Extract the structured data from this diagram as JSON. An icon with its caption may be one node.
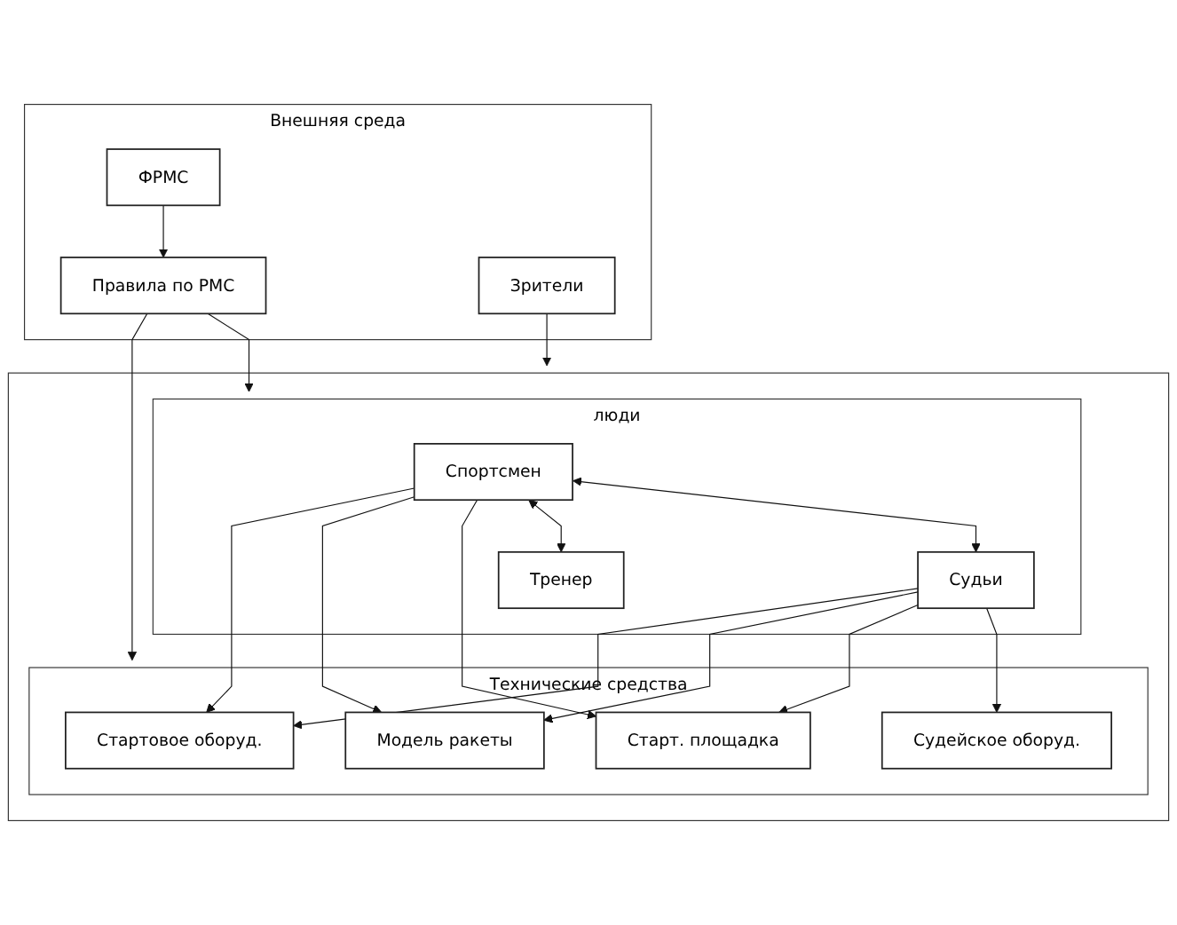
{
  "diagram": {
    "nodes": [
      {
        "text": [],
        "shape": "box"
      },
      {
        "text": [
          "Технические средства"
        ],
        "in": 0
      },
      {
        "text": [
          "Стартовое оборуд."
        ],
        "in": 1
      },
      {
        "text": [
          "Модель ракеты"
        ],
        "in": 1
      },
      {
        "text": [
          "Старт. площадка"
        ],
        "in": 1
      },
      {
        "text": [
          "Судейское оборуд."
        ],
        "in": 1
      },
      {
        "text": [
          "люди"
        ],
        "in": 0
      },
      {
        "text": [
          "Спортсмен"
        ],
        "in": 6
      },
      {
        "text": [
          "Тренер"
        ],
        "in": 6
      },
      {
        "text": [
          "Судьи"
        ],
        "in": 6
      },
      {
        "text": [
          "Внешняя среда"
        ]
      },
      {
        "text": [
          "Правила по РМС"
        ],
        "in": 10
      },
      {
        "text": [
          "ФРМС"
        ],
        "in": 10
      },
      {
        "text": [
          "Зрители"
        ],
        "in": 10
      }
    ],
    "edges": [
      {
        "from": 7,
        "to": 2,
        "arrow": "to"
      },
      {
        "from": 7,
        "to": 3,
        "arrow": "to"
      },
      {
        "from": 7,
        "to": 4,
        "arrow": "to"
      },
      {
        "from": 7,
        "to": 8,
        "arrow": "both"
      },
      {
        "from": 7,
        "to": 9,
        "arrow": "both"
      },
      {
        "from": 9,
        "to": 2,
        "arrow": "to"
      },
      {
        "from": 9,
        "to": 3,
        "arrow": "to"
      },
      {
        "from": 9,
        "to": 4,
        "arrow": "to"
      },
      {
        "from": 9,
        "to": 5,
        "arrow": "to"
      },
      {
        "from": 11,
        "to": 1,
        "arrow": "to"
      },
      {
        "from": 11,
        "to": 6,
        "arrow": "to"
      },
      {
        "from": 12,
        "to": 11,
        "arrow": "to"
      },
      {
        "from": 13,
        "to": 0,
        "arrow": "to"
      }
    ]
  }
}
